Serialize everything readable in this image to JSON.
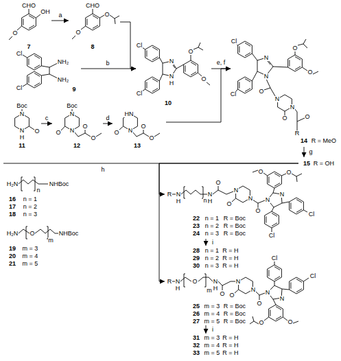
{
  "diagram": {
    "nodes": [
      {
        "text": [
          "7"
        ]
      },
      {
        "text": [
          "8"
        ]
      },
      {
        "text": [
          "9"
        ]
      },
      {
        "text": [
          "10"
        ]
      },
      {
        "text": [
          "11"
        ]
      },
      {
        "text": [
          "12"
        ]
      },
      {
        "text": [
          "13"
        ]
      },
      {
        "text": [
          "14"
        ]
      },
      {
        "text": [
          "15"
        ]
      },
      {
        "text": [
          "16",
          "17",
          "18"
        ]
      },
      {
        "text": [
          "19",
          "20",
          "21"
        ]
      },
      {
        "text": [
          "22",
          "23",
          "24"
        ]
      },
      {
        "text": [
          "28",
          "29",
          "30"
        ]
      },
      {
        "text": [
          "25",
          "26",
          "27"
        ]
      },
      {
        "text": [
          "31",
          "32",
          "33"
        ]
      }
    ],
    "edges": [
      {
        "from": 0,
        "to": 1,
        "arrow": "to",
        "label": "a"
      },
      {
        "from": 1,
        "to": 3,
        "arrow": "to"
      },
      {
        "from": 2,
        "to": 3,
        "arrow": "to",
        "label": "b"
      },
      {
        "from": 4,
        "to": 5,
        "arrow": "to",
        "label": "c"
      },
      {
        "from": 5,
        "to": 6,
        "arrow": "to",
        "label": "d"
      },
      {
        "from": 3,
        "to": 7,
        "arrow": "to",
        "label": "e, f"
      },
      {
        "from": 6,
        "to": 7,
        "arrow": "to"
      },
      {
        "from": 7,
        "to": 8,
        "arrow": "to",
        "label": "g"
      },
      {
        "from": 8,
        "to": 11,
        "arrow": "to",
        "label": "h"
      },
      {
        "from": 8,
        "to": 13,
        "arrow": "to"
      },
      {
        "from": 11,
        "to": 12,
        "arrow": "to",
        "label": "i"
      },
      {
        "from": 13,
        "to": 14,
        "arrow": "to",
        "label": "i"
      }
    ],
    "labels": [
      "CHO",
      "OH",
      "O",
      "CHO",
      "O",
      "O",
      "Cl",
      "NH₂",
      "NH₂",
      "Cl",
      "Cl",
      "N",
      "N",
      "H",
      "O",
      "O",
      "Cl",
      "Boc",
      "N",
      "N",
      "H",
      "O",
      "Boc",
      "N",
      "N",
      "O",
      "O",
      "O",
      "HN",
      "N",
      "O",
      "O",
      "O",
      "Cl",
      "N",
      "N",
      "O",
      "O",
      "O",
      "N",
      "O",
      "N",
      "O",
      "R",
      "Cl",
      "R = MeO",
      "R = OH",
      "H₂N",
      "n",
      "NHBoc",
      "n = 1",
      "n = 2",
      "n = 3",
      "H₂N",
      "O",
      "m",
      "NHBoc",
      "m = 3",
      "m = 4",
      "m = 5",
      "R",
      "N",
      "H",
      "n",
      "N",
      "H",
      "O",
      "N",
      "O",
      "N",
      "O",
      "N",
      "N",
      "O",
      "O",
      "Cl",
      "Cl",
      "n = 1",
      "R = Boc",
      "n = 2",
      "R = Boc",
      "n = 3",
      "R = Boc",
      "n = 1",
      "R = H",
      "n = 2",
      "R = H",
      "n = 3",
      "R = H",
      "R",
      "N",
      "H",
      "O",
      "m",
      "N",
      "H",
      "O",
      "N",
      "O",
      "N",
      "O",
      "N",
      "N",
      "O",
      "O",
      "Cl",
      "Cl",
      "m = 3",
      "R = Boc",
      "m = 4",
      "R = Boc",
      "m = 5",
      "R = Boc",
      "m = 3",
      "R = H",
      "m = 4",
      "R = H",
      "m = 5",
      "R = H"
    ]
  }
}
